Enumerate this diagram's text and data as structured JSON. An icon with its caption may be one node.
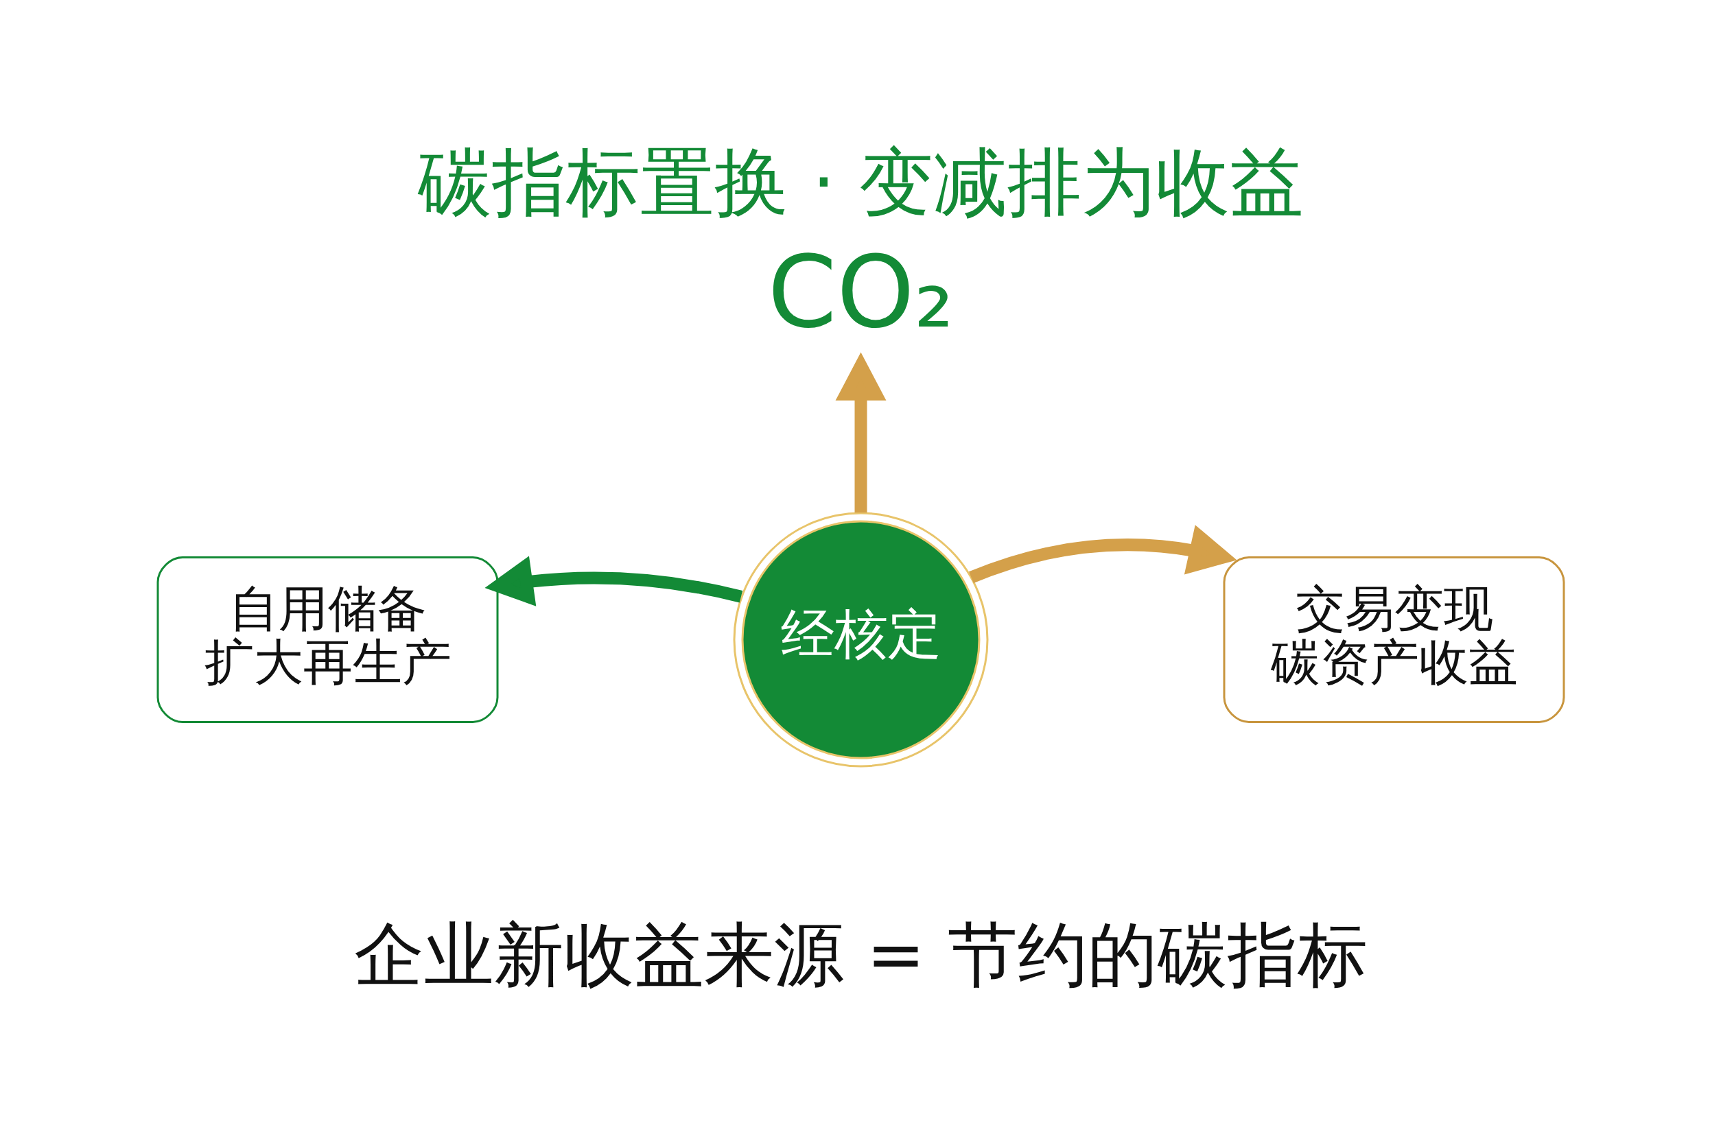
{
  "diagram": {
    "title": "碳指标置换 · 变减排为收益",
    "nodes": [
      {
        "text": [
          "CO₂"
        ]
      },
      {
        "text": [
          "经核定"
        ]
      },
      {
        "text": [
          "自用储备",
          "扩大再生产"
        ]
      },
      {
        "text": [
          "交易变现",
          "碳资产收益"
        ]
      }
    ],
    "edges": [
      {
        "from": 1,
        "to": 0,
        "arrow": "to"
      },
      {
        "from": 1,
        "to": 2,
        "arrow": "to",
        "color": "#138a36"
      },
      {
        "from": 1,
        "to": 3,
        "arrow": "to"
      }
    ],
    "labels": [
      "企业新收益来源 = 节约的碳指标"
    ]
  }
}
